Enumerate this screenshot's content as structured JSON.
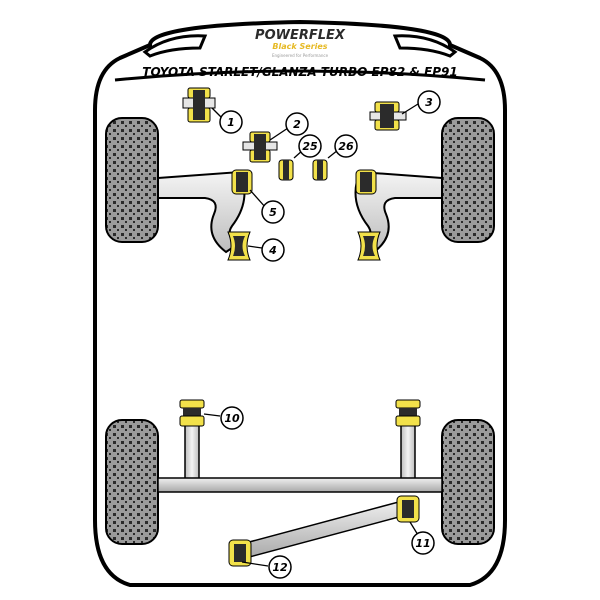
{
  "brand": {
    "logo_text": "POWERFLEX",
    "logo_subtext": "Black Series",
    "tagline": "Engineered for Performance"
  },
  "title": "TOYOTA STARLET/GLANZA TURBO EP82 & EP91",
  "colors": {
    "outline": "#000000",
    "body_fill": "#ffffff",
    "tyre_fill": "#9a9a9a",
    "arm_fill": "#e6e6e6",
    "bush_yellow": "#f2e14a",
    "bush_dark": "#2b2b2b",
    "logo_red": "#d6242a",
    "logo_gold": "#e6b923"
  },
  "callouts": [
    {
      "id": "1",
      "label": "1"
    },
    {
      "id": "2",
      "label": "2"
    },
    {
      "id": "3",
      "label": "3"
    },
    {
      "id": "4",
      "label": "4"
    },
    {
      "id": "5",
      "label": "5"
    },
    {
      "id": "10",
      "label": "10"
    },
    {
      "id": "11",
      "label": "11"
    },
    {
      "id": "12",
      "label": "12"
    },
    {
      "id": "25",
      "label": "25"
    },
    {
      "id": "26",
      "label": "26"
    }
  ]
}
